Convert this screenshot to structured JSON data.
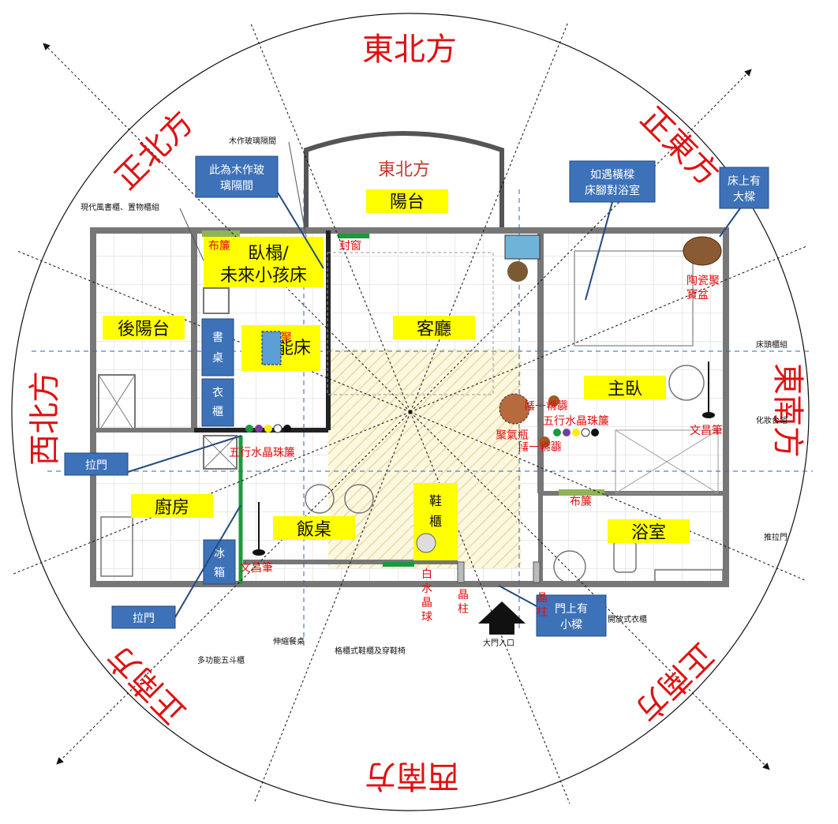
{
  "directions": {
    "ne": "東北方",
    "ne_room": "東北方",
    "n": "正北方",
    "e": "正東方",
    "nw": "西北方",
    "se": "東南方",
    "s": "正南方",
    "se2": "正南方",
    "sw": "西南方"
  },
  "rooms": {
    "balcony": "陽台",
    "bed_a": "臥榻/",
    "bed_b": "未來小孩床",
    "back_balcony": "後陽台",
    "desk_a": "書",
    "desk_b": "桌",
    "wardrobe_a": "衣",
    "wardrobe_b": "櫃",
    "study": "能床",
    "living": "客廳",
    "master": "主臥",
    "kitchen": "廚房",
    "dining": "飯桌",
    "shoe_a": "鞋",
    "shoe_b": "櫃",
    "fridge_a": "冰",
    "fridge_b": "箱",
    "bath": "浴室"
  },
  "callouts": {
    "glass_partition_a": "此為木作玻",
    "glass_partition_b": "璃隔間",
    "bathroom_a": "如遇橫樑",
    "bathroom_b": "床腳對浴室",
    "beam_bed_a": "床上有",
    "beam_bed_b": "大樑",
    "slide_door_1": "拉門",
    "slide_door_2": "拉門",
    "door_beam_a": "門上有",
    "door_beam_b": "小樑"
  },
  "red_notes": {
    "curtain_1": "布簾",
    "seal_window": "封窗",
    "crystal_beads_1": "五行水晶珠簾",
    "crystal_beads_2": "五行水晶珠簾",
    "energy_pot": "聚氣瓶",
    "wenchang_1": "文昌筆",
    "wenchang_2": "文昌筆",
    "curtain_2": "布簾",
    "crystal_ball_1": "白",
    "crystal_ball_2": "水",
    "crystal_ball_3": "晶",
    "crystal_ball_4": "球",
    "pillar_l1": "晶",
    "pillar_l2": "柱",
    "pillar_r1": "晶",
    "pillar_r2": "柱",
    "pixiu_top": "貔貅一對",
    "pixiu_bottom": "貔貅一對",
    "bowl_a": "陶瓷聚",
    "bowl_b": "寶盆",
    "study_vase": "聚"
  },
  "plan_labels": {
    "wood_glass": "木作玻璃隔間",
    "bookcase": "現代風書櫃、置物櫃組",
    "bedside": "床頭櫃組",
    "vanity": "化妝台組",
    "slide_door": "推拉門",
    "closet": "開放式衣櫃",
    "shoe_cabinet": "格櫃式鞋櫃及穿鞋椅",
    "extend_table": "伸縮餐桌",
    "five_drawer": "多功能五斗櫃",
    "entrance": "大門入口"
  },
  "colors": {
    "label_fill": "#ffff00",
    "callout_fill": "#3d72b8",
    "direction_text": "#e01010"
  }
}
